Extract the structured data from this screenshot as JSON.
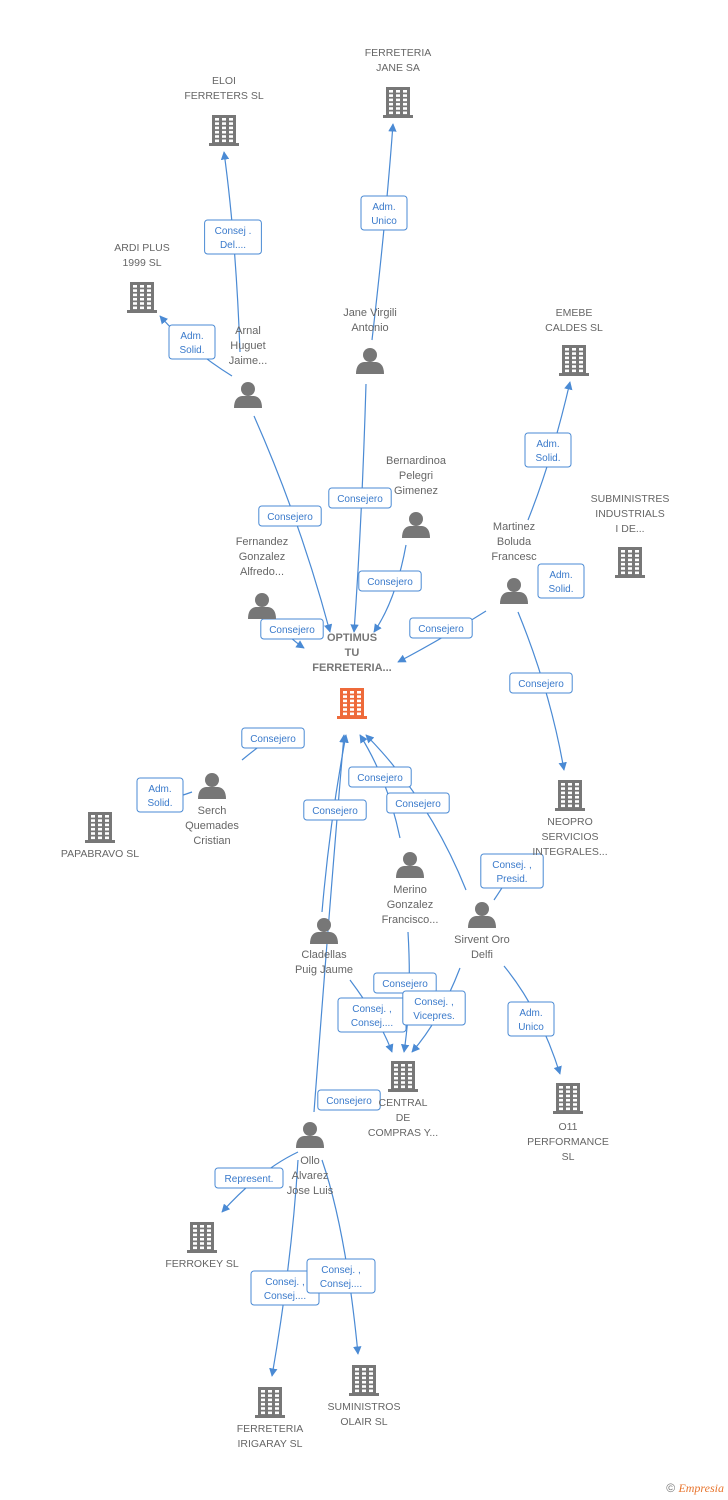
{
  "colors": {
    "edge": "#4a8ad4",
    "icon": "#777777",
    "center": "#ee6a3a",
    "text": "#666666"
  },
  "footer": {
    "copyright": "©",
    "brand": "Empresia"
  },
  "nodes": [
    {
      "id": "eloi",
      "type": "company",
      "label": [
        "ELOI",
        "FERRETERS SL"
      ]
    },
    {
      "id": "jane_sa",
      "type": "company",
      "label": [
        "FERRETERIA",
        "JANE SA"
      ]
    },
    {
      "id": "ardi",
      "type": "company",
      "label": [
        "ARDI PLUS",
        "1999  SL"
      ]
    },
    {
      "id": "emebe",
      "type": "company",
      "label": [
        "EMEBE",
        "CALDES  SL"
      ]
    },
    {
      "id": "subministres",
      "type": "company",
      "label": [
        "SUBMINISTRES",
        "INDUSTRIALS",
        "I DE..."
      ]
    },
    {
      "id": "optimus",
      "type": "center",
      "label": [
        "OPTIMUS",
        "TU",
        "FERRETERIA..."
      ]
    },
    {
      "id": "papabravo",
      "type": "company",
      "label": [
        "PAPABRAVO SL"
      ]
    },
    {
      "id": "neopro",
      "type": "company",
      "label": [
        "NEOPRO",
        "SERVICIOS",
        "INTEGRALES..."
      ]
    },
    {
      "id": "central",
      "type": "company",
      "label": [
        "CENTRAL",
        "DE",
        "COMPRAS Y..."
      ]
    },
    {
      "id": "o11",
      "type": "company",
      "label": [
        "O11",
        "PERFORMANCE",
        "SL"
      ]
    },
    {
      "id": "ferrokey",
      "type": "company",
      "label": [
        "FERROKEY  SL"
      ]
    },
    {
      "id": "irigaray",
      "type": "company",
      "label": [
        "FERRETERIA",
        "IRIGARAY SL"
      ]
    },
    {
      "id": "olair",
      "type": "company",
      "label": [
        "SUMINISTROS",
        "OLAIR  SL"
      ]
    },
    {
      "id": "arnal",
      "type": "person",
      "label": [
        "Arnal",
        "Huguet",
        "Jaime..."
      ]
    },
    {
      "id": "jane_v",
      "type": "person",
      "label": [
        "Jane Virgili",
        "Antonio"
      ]
    },
    {
      "id": "bernardinoa",
      "type": "person",
      "label": [
        "Bernardinoa",
        "Pelegri",
        "Gimenez"
      ]
    },
    {
      "id": "fernandez",
      "type": "person",
      "label": [
        "Fernandez",
        "Gonzalez",
        "Alfredo..."
      ]
    },
    {
      "id": "martinez",
      "type": "person",
      "label": [
        "Martinez",
        "Boluda",
        "Francesc"
      ]
    },
    {
      "id": "serch",
      "type": "person",
      "label": [
        "Serch",
        "Quemades",
        "Cristian"
      ]
    },
    {
      "id": "merino",
      "type": "person",
      "label": [
        "Merino",
        "Gonzalez",
        "Francisco..."
      ]
    },
    {
      "id": "sirvent",
      "type": "person",
      "label": [
        "Sirvent Oro",
        "Delfi"
      ]
    },
    {
      "id": "cladellas",
      "type": "person",
      "label": [
        "Cladellas",
        "Puig Jaume"
      ]
    },
    {
      "id": "ollo",
      "type": "person",
      "label": [
        "Ollo",
        "Alvarez",
        "Jose Luis"
      ]
    }
  ],
  "edges": [
    {
      "from": "arnal",
      "to": "eloi",
      "label": [
        "Consej .",
        "Del...."
      ]
    },
    {
      "from": "jane_v",
      "to": "jane_sa",
      "label": [
        "Adm.",
        "Unico"
      ]
    },
    {
      "from": "arnal",
      "to": "ardi",
      "label": [
        "Adm.",
        "Solid."
      ]
    },
    {
      "from": "martinez",
      "to": "emebe",
      "label": [
        "Adm.",
        "Solid."
      ]
    },
    {
      "from": "martinez",
      "to": "subministres",
      "label": [
        "Adm.",
        "Solid."
      ]
    },
    {
      "from": "arnal",
      "to": "optimus",
      "label": [
        "Consejero"
      ]
    },
    {
      "from": "jane_v",
      "to": "optimus",
      "label": [
        "Consejero"
      ]
    },
    {
      "from": "bernardinoa",
      "to": "optimus",
      "label": [
        "Consejero"
      ]
    },
    {
      "from": "fernandez",
      "to": "optimus",
      "label": [
        "Consejero"
      ]
    },
    {
      "from": "martinez",
      "to": "optimus",
      "label": [
        "Consejero"
      ]
    },
    {
      "from": "martinez",
      "to": "neopro",
      "label": [
        "Consejero"
      ]
    },
    {
      "from": "serch",
      "to": "optimus",
      "label": [
        "Consejero"
      ]
    },
    {
      "from": "serch",
      "to": "papabravo",
      "label": [
        "Adm.",
        "Solid."
      ]
    },
    {
      "from": "merino",
      "to": "optimus",
      "label": [
        "Consejero"
      ]
    },
    {
      "from": "sirvent",
      "to": "optimus",
      "label": [
        "Consejero"
      ]
    },
    {
      "from": "sirvent",
      "to": "neopro",
      "label": [
        "Consej. ,",
        "Presid."
      ]
    },
    {
      "from": "cladellas",
      "to": "optimus",
      "label": [
        "Consejero"
      ]
    },
    {
      "from": "merino",
      "to": "central",
      "label": [
        "Consejero"
      ]
    },
    {
      "from": "cladellas",
      "to": "central",
      "label": [
        "Consej. ,",
        "Consej...."
      ]
    },
    {
      "from": "sirvent",
      "to": "central",
      "label": [
        "Consej. ,",
        "Vicepres."
      ]
    },
    {
      "from": "sirvent",
      "to": "o11",
      "label": [
        "Adm.",
        "Unico"
      ]
    },
    {
      "from": "ollo",
      "to": "optimus",
      "label": [
        "Consejero"
      ]
    },
    {
      "from": "ollo",
      "to": "ferrokey",
      "label": [
        "Represent."
      ]
    },
    {
      "from": "ollo",
      "to": "irigaray",
      "label": [
        "Consej. ,",
        "Consej...."
      ]
    },
    {
      "from": "ollo",
      "to": "olair",
      "label": [
        "Consej. ,",
        "Consej...."
      ]
    }
  ]
}
